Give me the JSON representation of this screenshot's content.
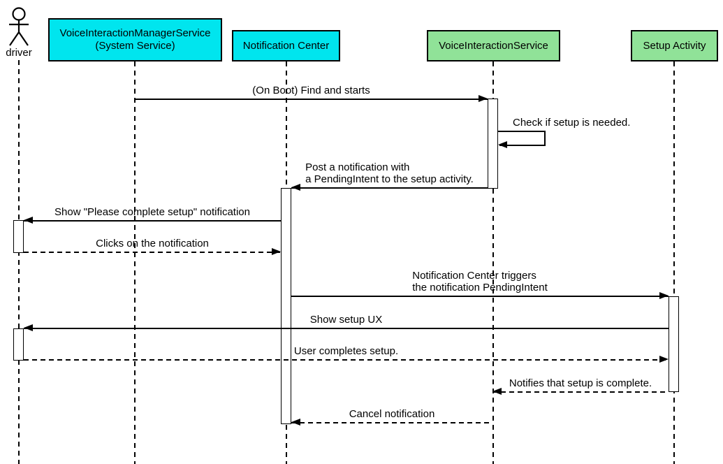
{
  "diagram": {
    "type": "uml-sequence",
    "actor": {
      "name": "driver"
    },
    "participants": [
      {
        "id": "vims",
        "label": "VoiceInteractionManagerService\n(System Service)",
        "color": "#00e5ee"
      },
      {
        "id": "notification-center",
        "label": "Notification Center",
        "color": "#00e5ee"
      },
      {
        "id": "vis",
        "label": "VoiceInteractionService",
        "color": "#90e298"
      },
      {
        "id": "setup-activity",
        "label": "Setup Activity",
        "color": "#90e298"
      }
    ],
    "messages": [
      {
        "label": "(On Boot) Find and starts",
        "from": "VoiceInteractionManagerService (System Service)",
        "to": "VoiceInteractionService",
        "line": "solid",
        "direction": "right"
      },
      {
        "label": "Check if setup is needed.",
        "from": "VoiceInteractionService",
        "to": "VoiceInteractionService",
        "line": "solid",
        "direction": "self"
      },
      {
        "label": "Post a notification with\na PendingIntent to the setup activity.",
        "from": "VoiceInteractionService",
        "to": "Notification Center",
        "line": "solid",
        "direction": "left"
      },
      {
        "label": "Show \"Please complete setup\" notification",
        "from": "Notification Center",
        "to": "driver",
        "line": "solid",
        "direction": "left"
      },
      {
        "label": "Clicks on the notification",
        "from": "driver",
        "to": "Notification Center",
        "line": "dashed",
        "direction": "right"
      },
      {
        "label": "Notification Center triggers\nthe notification PendingIntent",
        "from": "Notification Center",
        "to": "Setup Activity",
        "line": "solid",
        "direction": "right"
      },
      {
        "label": "Show setup UX",
        "from": "Setup Activity",
        "to": "driver",
        "line": "solid",
        "direction": "left"
      },
      {
        "label": "User completes setup.",
        "from": "driver",
        "to": "Setup Activity",
        "line": "dashed",
        "direction": "right"
      },
      {
        "label": "Notifies that setup is complete.",
        "from": "Setup Activity",
        "to": "VoiceInteractionService",
        "line": "dashed",
        "direction": "left"
      },
      {
        "label": "Cancel notification",
        "from": "VoiceInteractionService",
        "to": "Notification Center",
        "line": "dashed",
        "direction": "left"
      }
    ],
    "colors": {
      "system_service_fill": "#00e5ee",
      "app_component_fill": "#90e298",
      "stroke": "#000000",
      "background": "#ffffff"
    }
  }
}
